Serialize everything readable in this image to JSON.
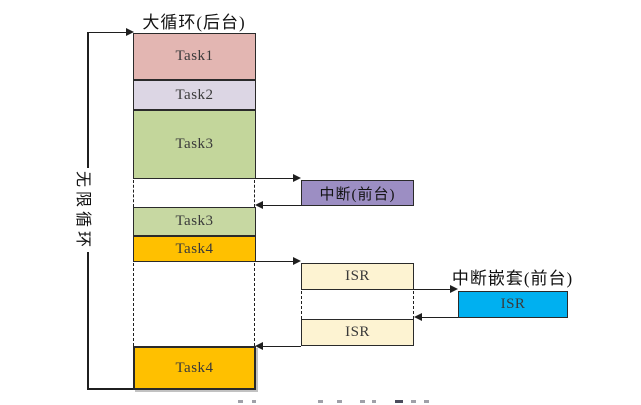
{
  "diagram": {
    "title": "大循环(后台)",
    "loop_label": "无限循环",
    "nested_title": "中断嵌套(前台)"
  },
  "tasks": [
    {
      "label": "Task1",
      "color": "#E3B6B2"
    },
    {
      "label": "Task2",
      "color": "#DCD6E4"
    },
    {
      "label": "Task3",
      "color": "#C3D69B"
    },
    {
      "label": "Task3",
      "color": "#C7D8A2"
    },
    {
      "label": "Task4",
      "color": "#FFC000"
    },
    {
      "label": "Task4",
      "color": "#FFC000"
    }
  ],
  "interrupt": {
    "label": "中断(前台)",
    "color": "#9C8EC3"
  },
  "isr": [
    {
      "label": "ISR",
      "color": "#FDF3D2"
    },
    {
      "label": "ISR",
      "color": "#FDF3D2"
    }
  ],
  "nested_isr": {
    "label": "ISR",
    "color": "#00B0F0"
  },
  "colors": {
    "line": "#1f1f1f",
    "border": "#2a2a2a",
    "background": "#ffffff"
  }
}
